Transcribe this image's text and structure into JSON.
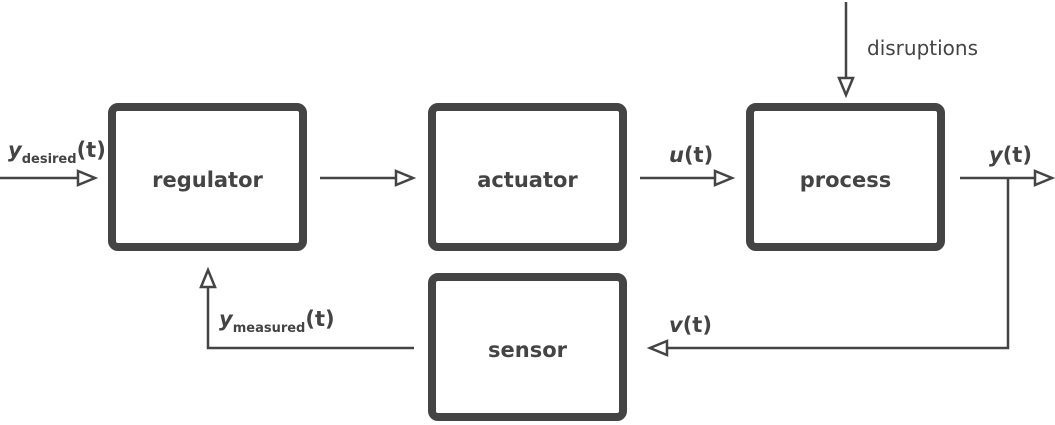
{
  "blocks": {
    "regulator": "regulator",
    "actuator": "actuator",
    "process": "process",
    "sensor": "sensor"
  },
  "signals": {
    "y_desired": {
      "symbol": "y",
      "subscript": "desired",
      "arg": "(t)"
    },
    "u": {
      "symbol": "u",
      "arg": "(t)"
    },
    "y": {
      "symbol": "y",
      "arg": "(t)"
    },
    "v": {
      "symbol": "v",
      "arg": "(t)"
    },
    "y_measured": {
      "symbol": "y",
      "subscript": "measured",
      "arg": "(t)"
    }
  },
  "disturbance_label": "disruptions",
  "colors": {
    "stroke": "#444444",
    "background": "#ffffff"
  }
}
